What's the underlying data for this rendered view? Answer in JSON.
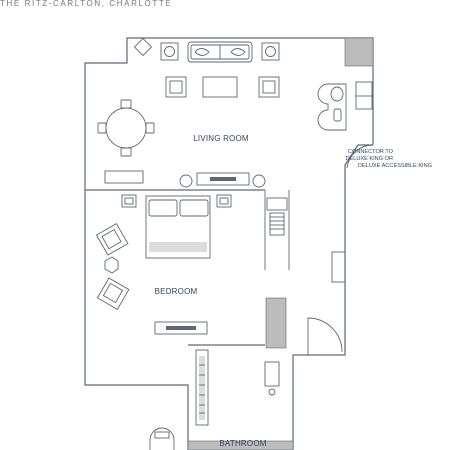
{
  "header": {
    "title": "THE RITZ-CARLTON, CHARLOTTE"
  },
  "rooms": {
    "living_room": "LIVING ROOM",
    "bedroom": "BEDROOM",
    "bathroom": "BATHROOM"
  },
  "connector_note": {
    "line1": "CONNECTOR TO",
    "line2": "DELUXE KING OR",
    "line3": "DELUXE ACCESSIBLE KING"
  },
  "colors": {
    "line": "#5d6973",
    "wall_fill": "#bcbcbc",
    "text": "#2f4660",
    "title_text": "#6d7c88",
    "background": "#ffffff"
  }
}
